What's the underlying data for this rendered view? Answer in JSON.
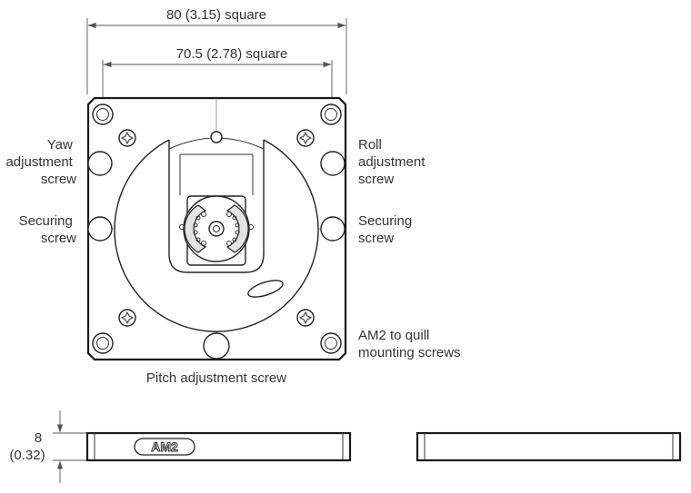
{
  "dimensions": {
    "outer_width": "80 (3.15) square",
    "inner_width": "70.5 (2.78) square",
    "thickness_value": "8",
    "thickness_inch": "(0.32)"
  },
  "labels": {
    "yaw": [
      "Yaw",
      "adjustment",
      "screw"
    ],
    "roll": [
      "Roll",
      "adjustment",
      "screw"
    ],
    "securing_left": [
      "Securing",
      "screw"
    ],
    "securing_right": [
      "Securing",
      "screw"
    ],
    "am2_quill": [
      "AM2 to quill",
      "mounting screws"
    ],
    "pitch": "Pitch adjustment screw"
  },
  "side_view": {
    "badge": "AM2"
  }
}
